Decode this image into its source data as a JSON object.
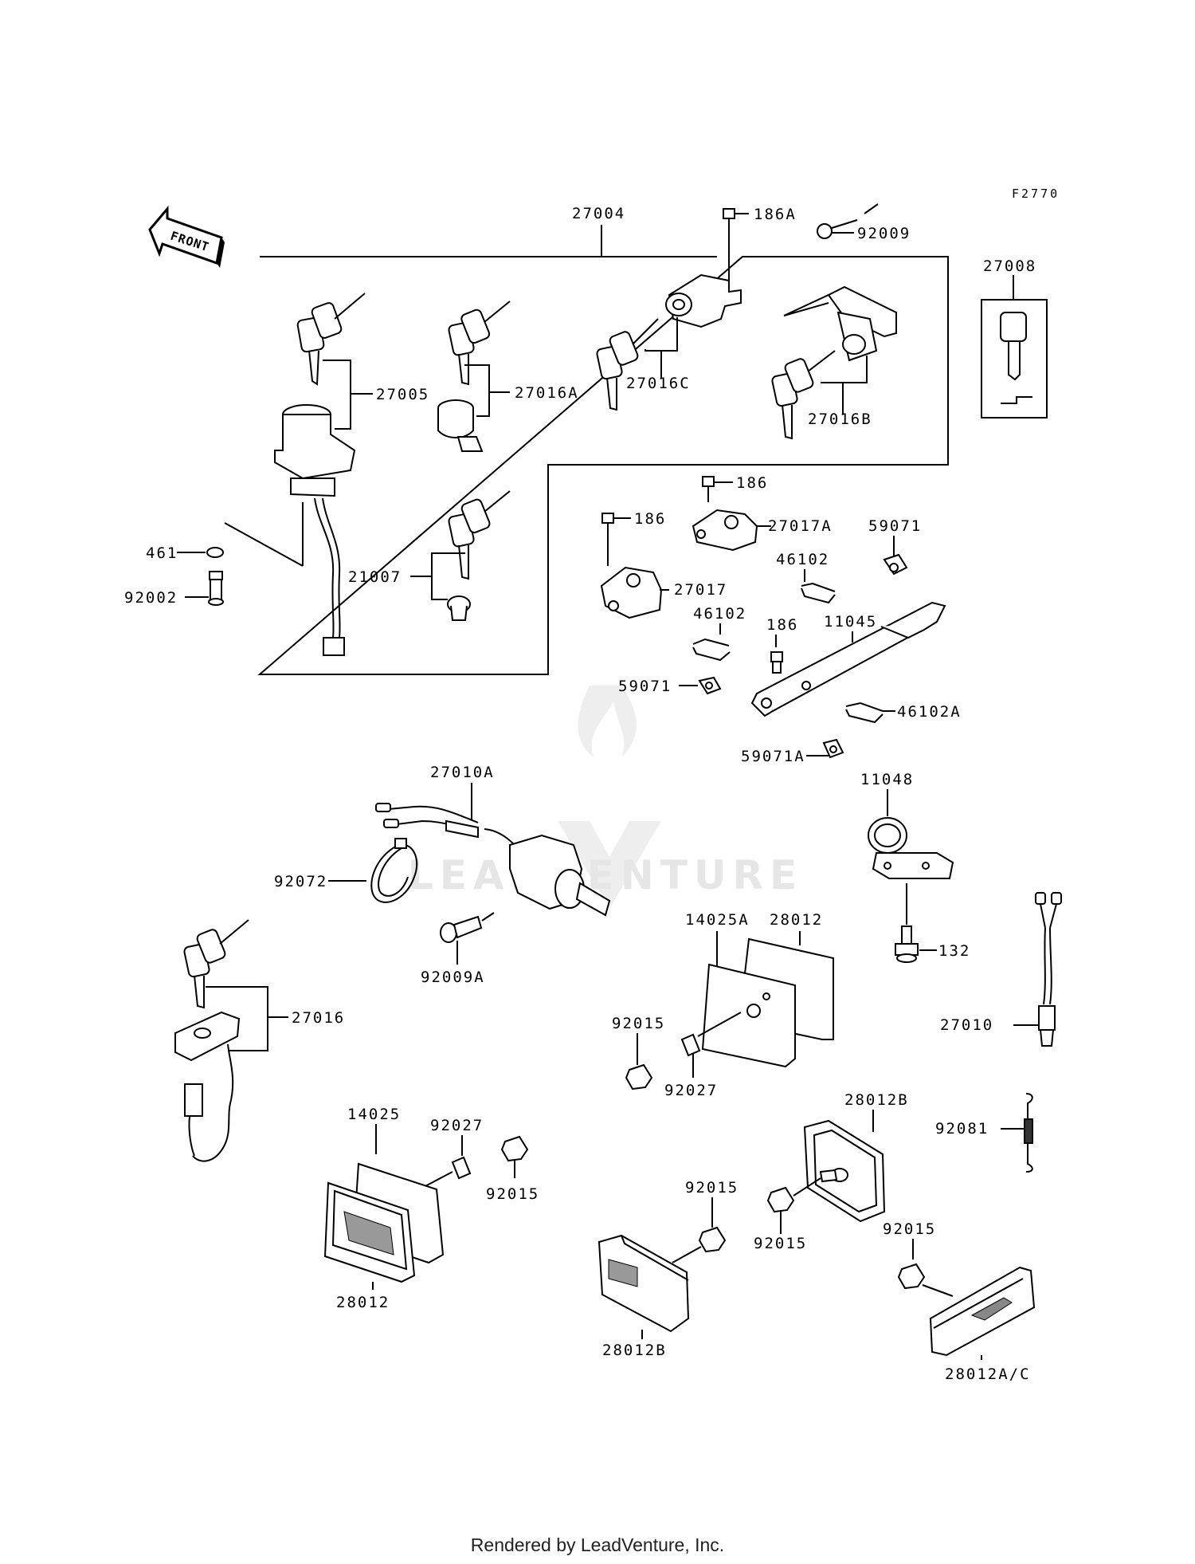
{
  "diagram_code": "F2770",
  "front_label": "FRONT",
  "footer_text": "Rendered by LeadVenture, Inc.",
  "watermark_text": "LEADVENTURE",
  "part_labels": {
    "p27004": "27004",
    "p186A": "186A",
    "p92009": "92009",
    "p27008": "27008",
    "p27005": "27005",
    "p27016A": "27016A",
    "p27016C": "27016C",
    "p27016B": "27016B",
    "p461": "461",
    "p92002": "92002",
    "p21007": "21007",
    "p186_a": "186",
    "p27017A": "27017A",
    "p186_b": "186",
    "p59071_a": "59071",
    "p46102_a": "46102",
    "p27017": "27017",
    "p46102_b": "46102",
    "p186_c": "186",
    "p11045": "11045",
    "p59071_b": "59071",
    "p46102A": "46102A",
    "p59071A": "59071A",
    "p27010A": "27010A",
    "p11048": "11048",
    "p92072": "92072",
    "p132": "132",
    "p92009A": "92009A",
    "p14025A": "14025A",
    "p28012_a": "28012",
    "p27016": "27016",
    "p92015_a": "92015",
    "p27010": "27010",
    "p92027_a": "92027",
    "p28012B_a": "28012B",
    "p14025": "14025",
    "p92027_b": "92027",
    "p92081": "92081",
    "p92015_b": "92015",
    "p92015_c": "92015",
    "p92015_d": "92015",
    "p92015_e": "92015",
    "p28012_b": "28012",
    "p28012B_b": "28012B",
    "p28012AC": "28012A/C"
  }
}
